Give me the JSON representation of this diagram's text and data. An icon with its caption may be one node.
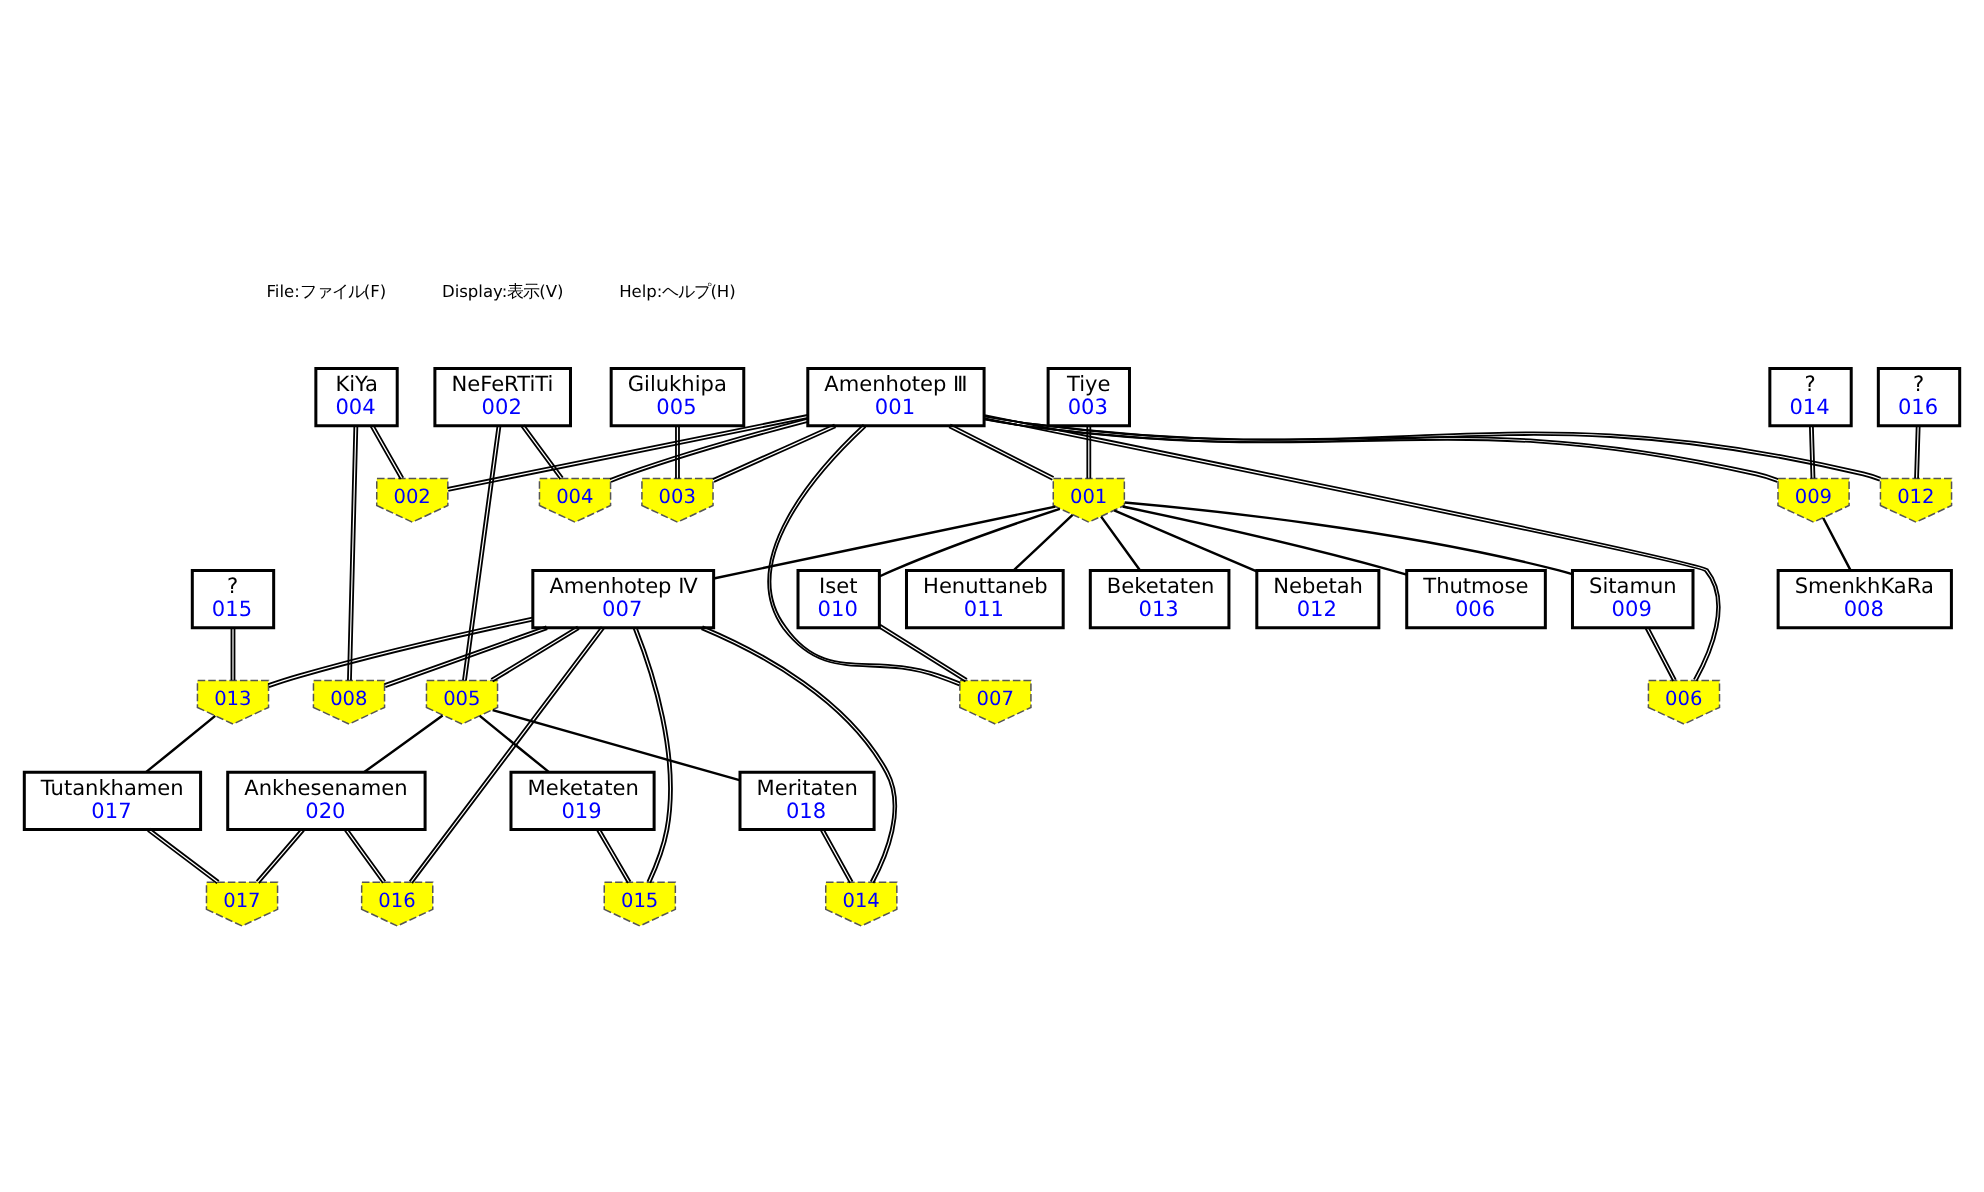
{
  "diagram": {
    "nodes": [
      {
        "text": [
          "Gilukhipa",
          "005"
        ]
      },
      {
        "text": [
          "003"
        ]
      },
      {
        "text": [
          "Amenhotep Ⅲ",
          "001"
        ]
      },
      {
        "text": [
          "001"
        ]
      },
      {
        "text": [
          "Tiye",
          "003"
        ]
      },
      {
        "text": [
          "Thutmose",
          "006"
        ]
      },
      {
        "text": [
          "?",
          "014"
        ]
      },
      {
        "text": [
          "009"
        ]
      },
      {
        "text": [
          "012"
        ]
      },
      {
        "text": [
          "?",
          "016"
        ]
      },
      {
        "text": [
          "Sitamun",
          "009"
        ]
      },
      {
        "text": [
          "Henuttaneb",
          "011"
        ]
      },
      {
        "text": [
          "Beketaten",
          "013"
        ]
      },
      {
        "text": [
          "006"
        ]
      },
      {
        "text": [
          "NeFeRTiTi",
          "002"
        ]
      },
      {
        "text": [
          "004"
        ]
      },
      {
        "text": [
          "007"
        ]
      },
      {
        "text": [
          "Iset",
          "010"
        ]
      },
      {
        "text": [
          "Nebetah",
          "012"
        ]
      },
      {
        "text": [
          "002"
        ]
      },
      {
        "text": [
          "KiYa",
          "004"
        ]
      },
      {
        "text": [
          "008"
        ]
      },
      {
        "text": [
          "Amenhotep Ⅳ",
          "007"
        ]
      },
      {
        "text": [
          "005"
        ]
      },
      {
        "text": [
          "013"
        ]
      },
      {
        "text": [
          "?",
          "015"
        ]
      },
      {
        "text": [
          "Meritaten",
          "018"
        ]
      },
      {
        "text": [
          "014"
        ]
      },
      {
        "text": [
          "Meketaten",
          "019"
        ]
      },
      {
        "text": [
          "015"
        ]
      },
      {
        "text": [
          "SmenkhKaRa",
          "008"
        ]
      },
      {
        "text": [
          "Ankhesenamen",
          "020"
        ]
      },
      {
        "text": [
          "016"
        ]
      },
      {
        "text": [
          "017"
        ]
      },
      {
        "text": [
          "Tutankhamen",
          "017"
        ]
      }
    ],
    "edges": [
      {
        "from": 0,
        "to": 1,
        "arrow": "none"
      },
      {
        "from": 2,
        "to": 1,
        "arrow": "none"
      },
      {
        "from": 2,
        "to": 3,
        "arrow": "none"
      },
      {
        "from": 4,
        "to": 3,
        "arrow": "none"
      },
      {
        "from": 6,
        "to": 7,
        "arrow": "none"
      },
      {
        "from": 2,
        "to": 7,
        "arrow": "none"
      },
      {
        "from": 2,
        "to": 8,
        "arrow": "none"
      },
      {
        "from": 9,
        "to": 8,
        "arrow": "none"
      },
      {
        "from": 2,
        "to": 13,
        "arrow": "none"
      },
      {
        "from": 10,
        "to": 13,
        "arrow": "none"
      },
      {
        "from": 14,
        "to": 15,
        "arrow": "none"
      },
      {
        "from": 2,
        "to": 15,
        "arrow": "none"
      },
      {
        "from": 2,
        "to": 16,
        "arrow": "none"
      },
      {
        "from": 17,
        "to": 16,
        "arrow": "none"
      },
      {
        "from": 2,
        "to": 19,
        "arrow": "none"
      },
      {
        "from": 20,
        "to": 19,
        "arrow": "none"
      },
      {
        "from": 20,
        "to": 21,
        "arrow": "none"
      },
      {
        "from": 22,
        "to": 21,
        "arrow": "none"
      },
      {
        "from": 14,
        "to": 23,
        "arrow": "none"
      },
      {
        "from": 22,
        "to": 23,
        "arrow": "none"
      },
      {
        "from": 22,
        "to": 24,
        "arrow": "none"
      },
      {
        "from": 25,
        "to": 24,
        "arrow": "none"
      },
      {
        "from": 26,
        "to": 27,
        "arrow": "none"
      },
      {
        "from": 22,
        "to": 27,
        "arrow": "none"
      },
      {
        "from": 28,
        "to": 29,
        "arrow": "none"
      },
      {
        "from": 22,
        "to": 29,
        "arrow": "none"
      },
      {
        "from": 31,
        "to": 32,
        "arrow": "none"
      },
      {
        "from": 22,
        "to": 32,
        "arrow": "none"
      },
      {
        "from": 31,
        "to": 33,
        "arrow": "none"
      },
      {
        "from": 34,
        "to": 33,
        "arrow": "none"
      },
      {
        "from": 3,
        "to": 5,
        "arrow": "none"
      },
      {
        "from": 3,
        "to": 22,
        "arrow": "none"
      },
      {
        "from": 3,
        "to": 10,
        "arrow": "none"
      },
      {
        "from": 3,
        "to": 17,
        "arrow": "none"
      },
      {
        "from": 3,
        "to": 11,
        "arrow": "none"
      },
      {
        "from": 3,
        "to": 18,
        "arrow": "none"
      },
      {
        "from": 3,
        "to": 12,
        "arrow": "none"
      },
      {
        "from": 7,
        "to": 30,
        "arrow": "none"
      },
      {
        "from": 23,
        "to": 26,
        "arrow": "none"
      },
      {
        "from": 23,
        "to": 28,
        "arrow": "none"
      },
      {
        "from": 23,
        "to": 31,
        "arrow": "none"
      },
      {
        "from": 24,
        "to": 34,
        "arrow": "none"
      }
    ],
    "labels": [
      "File:ファイル(F)",
      "Display:表示(V)",
      "Help:ヘルプ(H)"
    ]
  }
}
